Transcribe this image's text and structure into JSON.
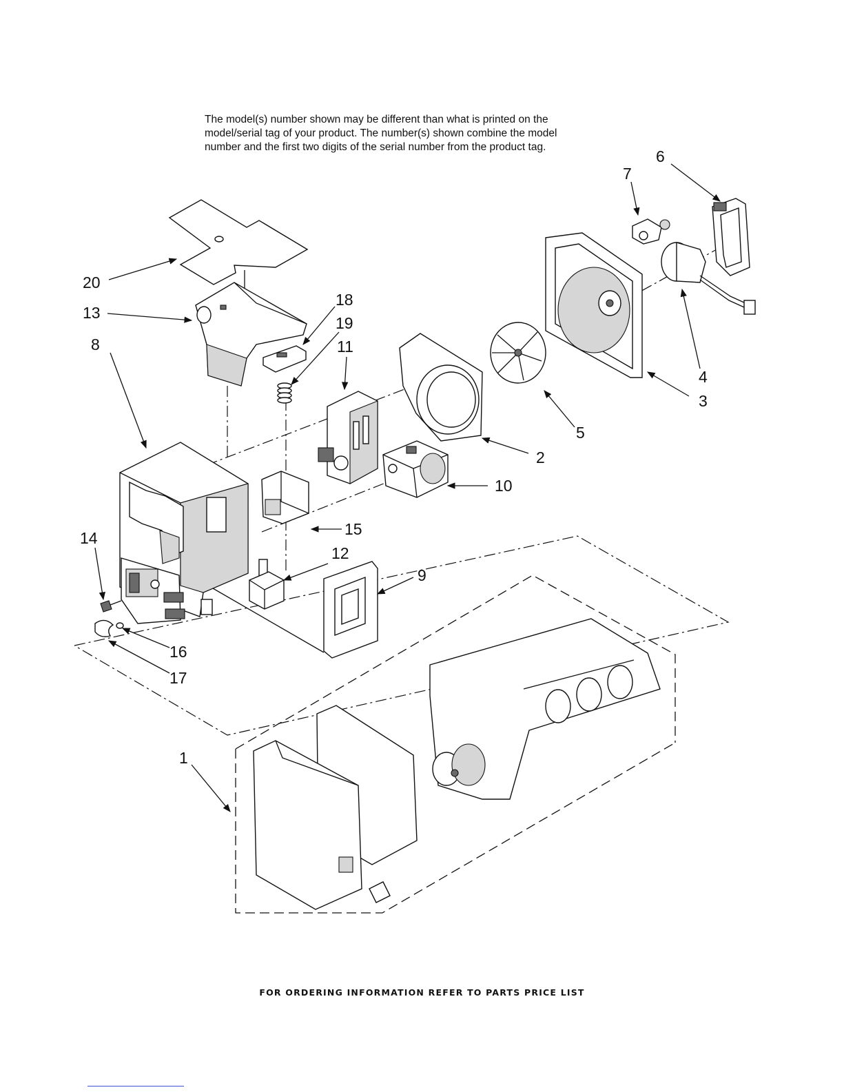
{
  "note": {
    "line1": "The model(s) number shown may be different than what is printed on the",
    "line2": "model/serial tag of your product. The number(s) shown combine the model",
    "line3": "number and the first two digits of the serial number from the product tag."
  },
  "footer": "FOR ORDERING INFORMATION REFER TO PARTS PRICE LIST",
  "callouts": {
    "c1": "1",
    "c2": "2",
    "c3": "3",
    "c4": "4",
    "c5": "5",
    "c6": "6",
    "c7": "7",
    "c8": "8",
    "c9": "9",
    "c10": "10",
    "c11": "11",
    "c12": "12",
    "c13": "13",
    "c14": "14",
    "c15": "15",
    "c16": "16",
    "c17": "17",
    "c18": "18",
    "c19": "19",
    "c20": "20"
  }
}
